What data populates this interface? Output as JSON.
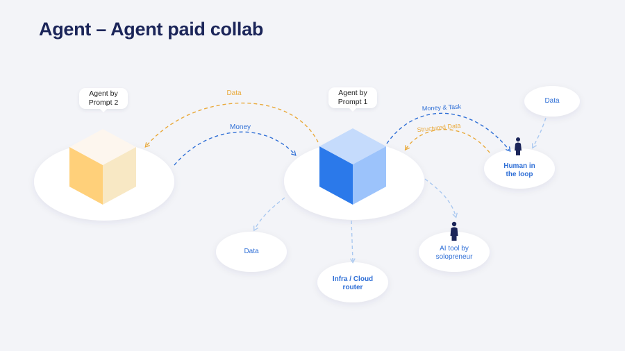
{
  "title": "Agent – Agent paid collab",
  "agents": {
    "prompt2": "Agent by\nPrompt 2",
    "prompt1": "Agent by\nPrompt 1"
  },
  "flows": {
    "data_top": "Data",
    "money": "Money",
    "money_task": "Money & Task",
    "structured_data": "Structured Data"
  },
  "nodes": {
    "human_loop": "Human in\nthe loop",
    "data_right": "Data",
    "data_bottom": "Data",
    "infra": "Infra / Cloud\nrouter",
    "ai_tool": "AI tool by\nsolopreneur"
  },
  "colors": {
    "background": "#f3f4f8",
    "title": "#1b2559",
    "blue": "#2f6fd6",
    "light_blue_arrow": "#a9c8f0",
    "orange": "#e9a93a",
    "figure": "#1b2559"
  }
}
